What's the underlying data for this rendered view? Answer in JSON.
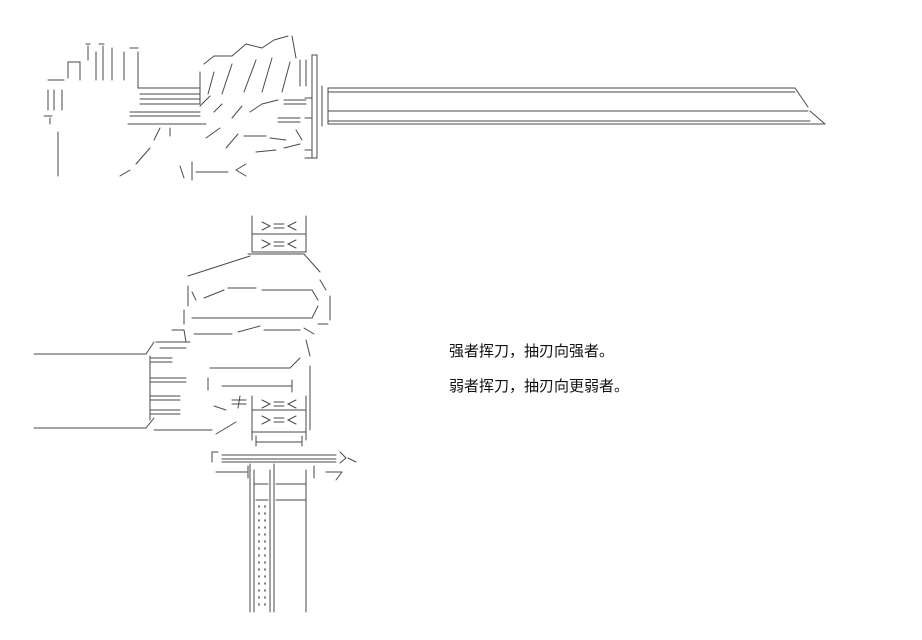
{
  "captions": {
    "line1": "强者挥刀，抽刃向强者。",
    "line2": "弱者挥刀，抽刃向更弱者。"
  },
  "art": {
    "hilt_mark": "|≫==≪|",
    "guard_row": "r≦ニニニニニニニ≧、",
    "stroke_color": "#4a4a4a"
  }
}
